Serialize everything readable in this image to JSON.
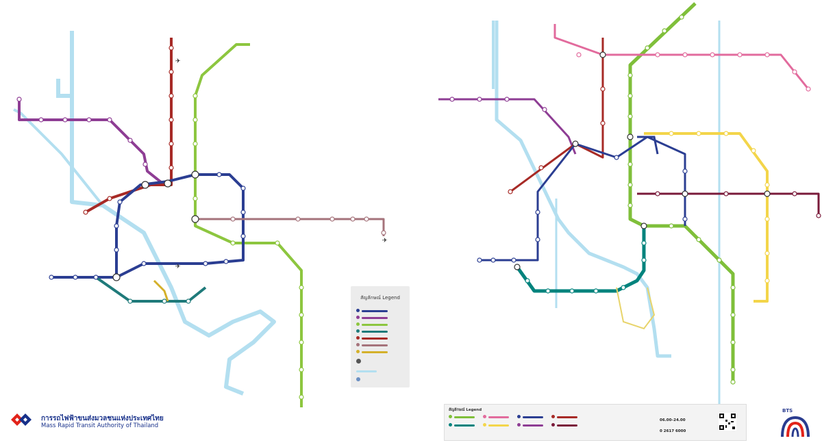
{
  "left_map": {
    "legend_title": "สัญลักษณ์ Legend",
    "authority_name_th": "การรถไฟฟ้าขนส่งมวลชนแห่งประเทศไทย",
    "authority_name_en": "Mass Rapid Transit Authority of Thailand",
    "colors": {
      "blue": "#2b3e92",
      "purple": "#8e3d94",
      "green_light": "#8dc63f",
      "red": "#a72a26",
      "pink_grey": "#a5737b",
      "teal": "#1f7a7a",
      "water": "#b3dff0",
      "yellow": "#d4b02a"
    }
  },
  "right_map": {
    "legend_title": "สัญลักษณ์ Legend",
    "hours": "06.00–24.00",
    "phone": "0 2617 6000",
    "operator": "BTS",
    "colors": {
      "sukhumvit_green": "#7fbf3a",
      "silom_teal": "#00837d",
      "pink": "#e26b9d",
      "yellow": "#f3d54a",
      "blue": "#2b3e92",
      "red": "#a72a26",
      "purple": "#8e3d94",
      "maroon": "#7a1a3a",
      "water": "#b3dff0"
    }
  }
}
